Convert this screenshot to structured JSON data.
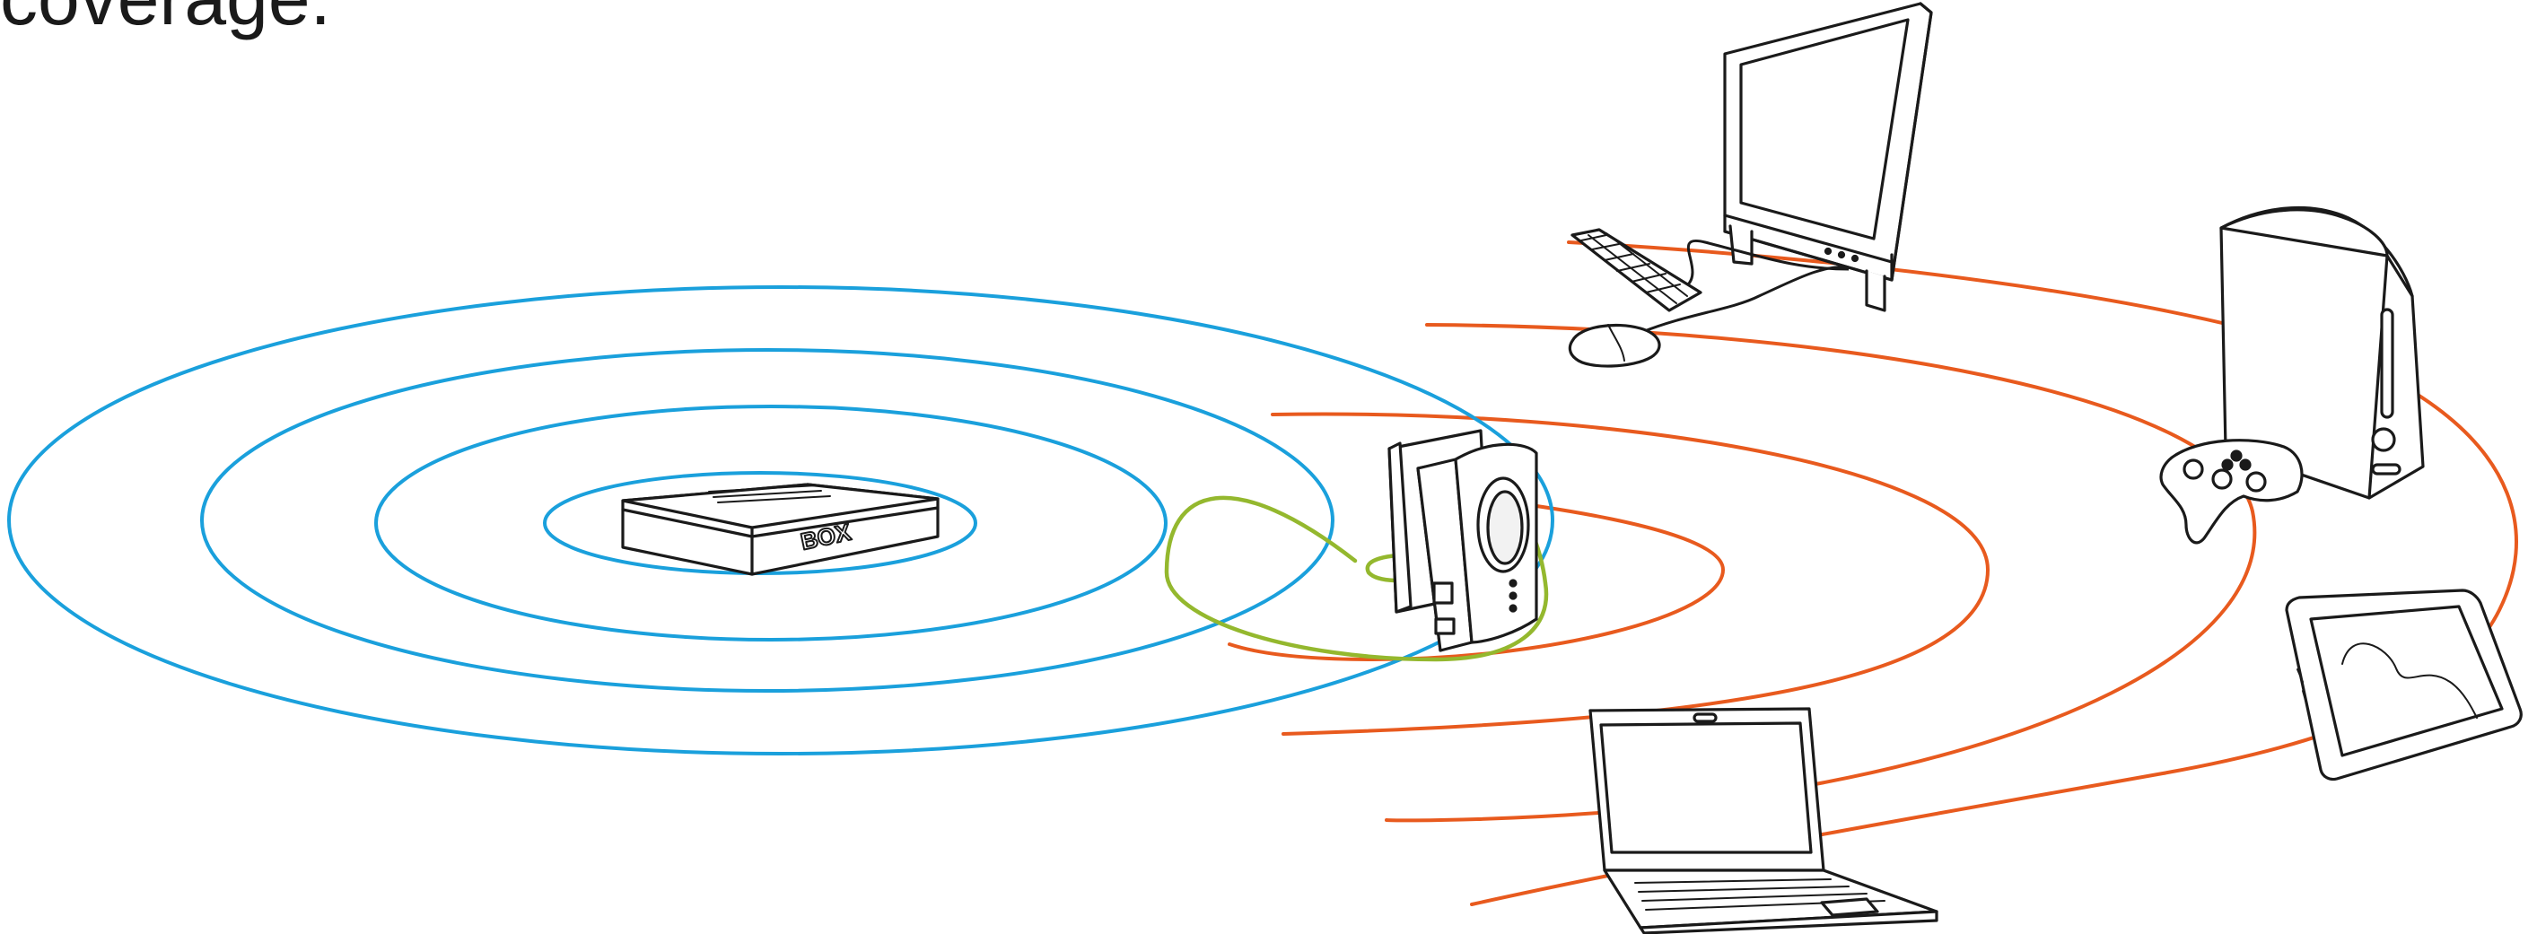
{
  "heading": "coverage.",
  "router_label": "BOX",
  "colors": {
    "router_waves": "#1aa0dc",
    "repeater_waves": "#e85a1e",
    "overlap_waves": "#94b82e",
    "line": "#1a1a1a"
  },
  "devices": [
    {
      "name": "router",
      "icon": "router-box-icon"
    },
    {
      "name": "wifi-extender",
      "icon": "speaker-extender-icon"
    },
    {
      "name": "desktop-computer",
      "icon": "all-in-one-pc-icon"
    },
    {
      "name": "keyboard",
      "icon": "keyboard-icon"
    },
    {
      "name": "mouse",
      "icon": "mouse-icon"
    },
    {
      "name": "game-console",
      "icon": "game-console-icon"
    },
    {
      "name": "gamepad",
      "icon": "gamepad-icon"
    },
    {
      "name": "tablet",
      "icon": "tablet-icon"
    },
    {
      "name": "laptop",
      "icon": "laptop-icon"
    }
  ]
}
